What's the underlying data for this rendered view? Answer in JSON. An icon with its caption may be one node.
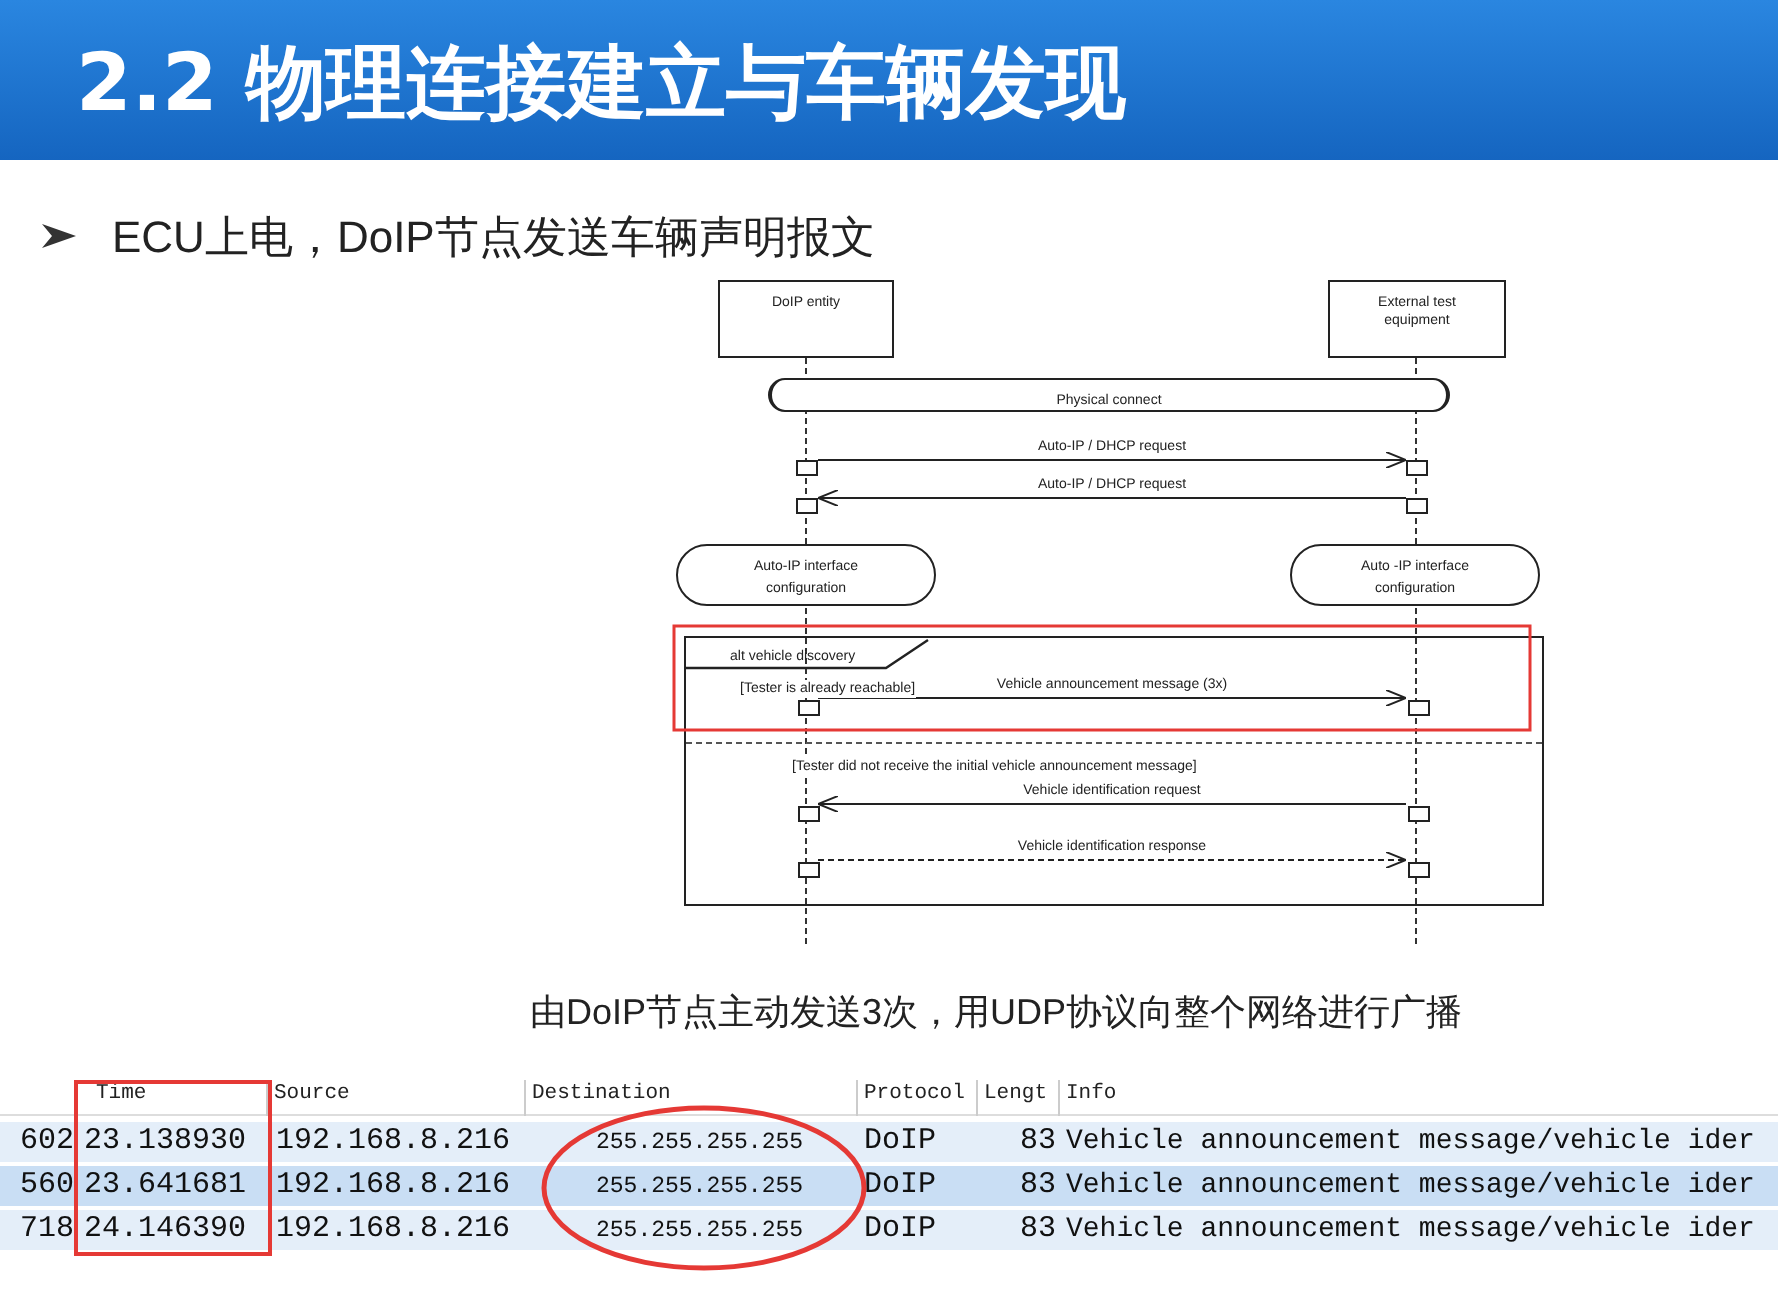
{
  "diagram": {
    "title": "2.2 物理连接建立与车辆发现",
    "caption": "由DoIP节点主动发送3次，用UDP协议向整个网络进行广播",
    "nodes": [
      {
        "text": [
          "DoIP entity"
        ]
      },
      {
        "text": [
          "External test equipment"
        ]
      },
      {
        "text": [
          "Physical connect"
        ]
      },
      {
        "text": [],
        "shape": "box"
      },
      {
        "text": [],
        "shape": "box"
      },
      {
        "text": [],
        "shape": "box"
      },
      {
        "text": [],
        "shape": "box"
      },
      {
        "text": [
          "Auto-IP interface configuration"
        ]
      },
      {
        "text": [
          "Auto -IP interface configuration"
        ]
      },
      {
        "text": [
          "alt vehicle discovery",
          "[Tester is already reachable]",
          "[Tester did not receive the initial vehicle announcement message]"
        ]
      },
      {
        "text": [],
        "shape": "box",
        "in": 9
      },
      {
        "text": [],
        "shape": "box",
        "in": 9
      },
      {
        "text": [],
        "shape": "box",
        "in": 9
      },
      {
        "text": [],
        "shape": "box",
        "in": 9
      },
      {
        "text": [],
        "shape": "box",
        "in": 9
      },
      {
        "text": [],
        "shape": "box",
        "in": 9
      }
    ],
    "edges": [
      {
        "from": 3,
        "to": 4,
        "arrow": "to",
        "label": "Auto-IP /  DHCP request"
      },
      {
        "from": 6,
        "to": 5,
        "arrow": "to",
        "label": "Auto-IP /  DHCP request"
      },
      {
        "from": 10,
        "to": 11,
        "arrow": "to",
        "label": "Vehicle announcement message (3x)"
      },
      {
        "from": 13,
        "to": 12,
        "arrow": "to",
        "label": "Vehicle identification request"
      },
      {
        "from": 14,
        "to": 15,
        "arrow": "to",
        "label": "Vehicle identification response",
        "style": "dashed"
      }
    ],
    "labels": [
      "ECU上电，DoIP节点发送车辆声明报文",
      "Time",
      "Source",
      "Destination",
      "Protocol",
      "Lengt",
      "Info",
      "602",
      "23.138930",
      "192.168.8.216",
      "255.255.255.255",
      "DoIP",
      "83",
      "Vehicle announcement message/vehicle ider",
      "560",
      "23.641681",
      "192.168.8.216",
      "255.255.255.255",
      "DoIP",
      "83",
      "Vehicle announcement message/vehicle ider",
      "718",
      "24.146390",
      "192.168.8.216",
      "255.255.255.255",
      "DoIP",
      "83",
      "Vehicle announcement message/vehicle ider"
    ]
  }
}
